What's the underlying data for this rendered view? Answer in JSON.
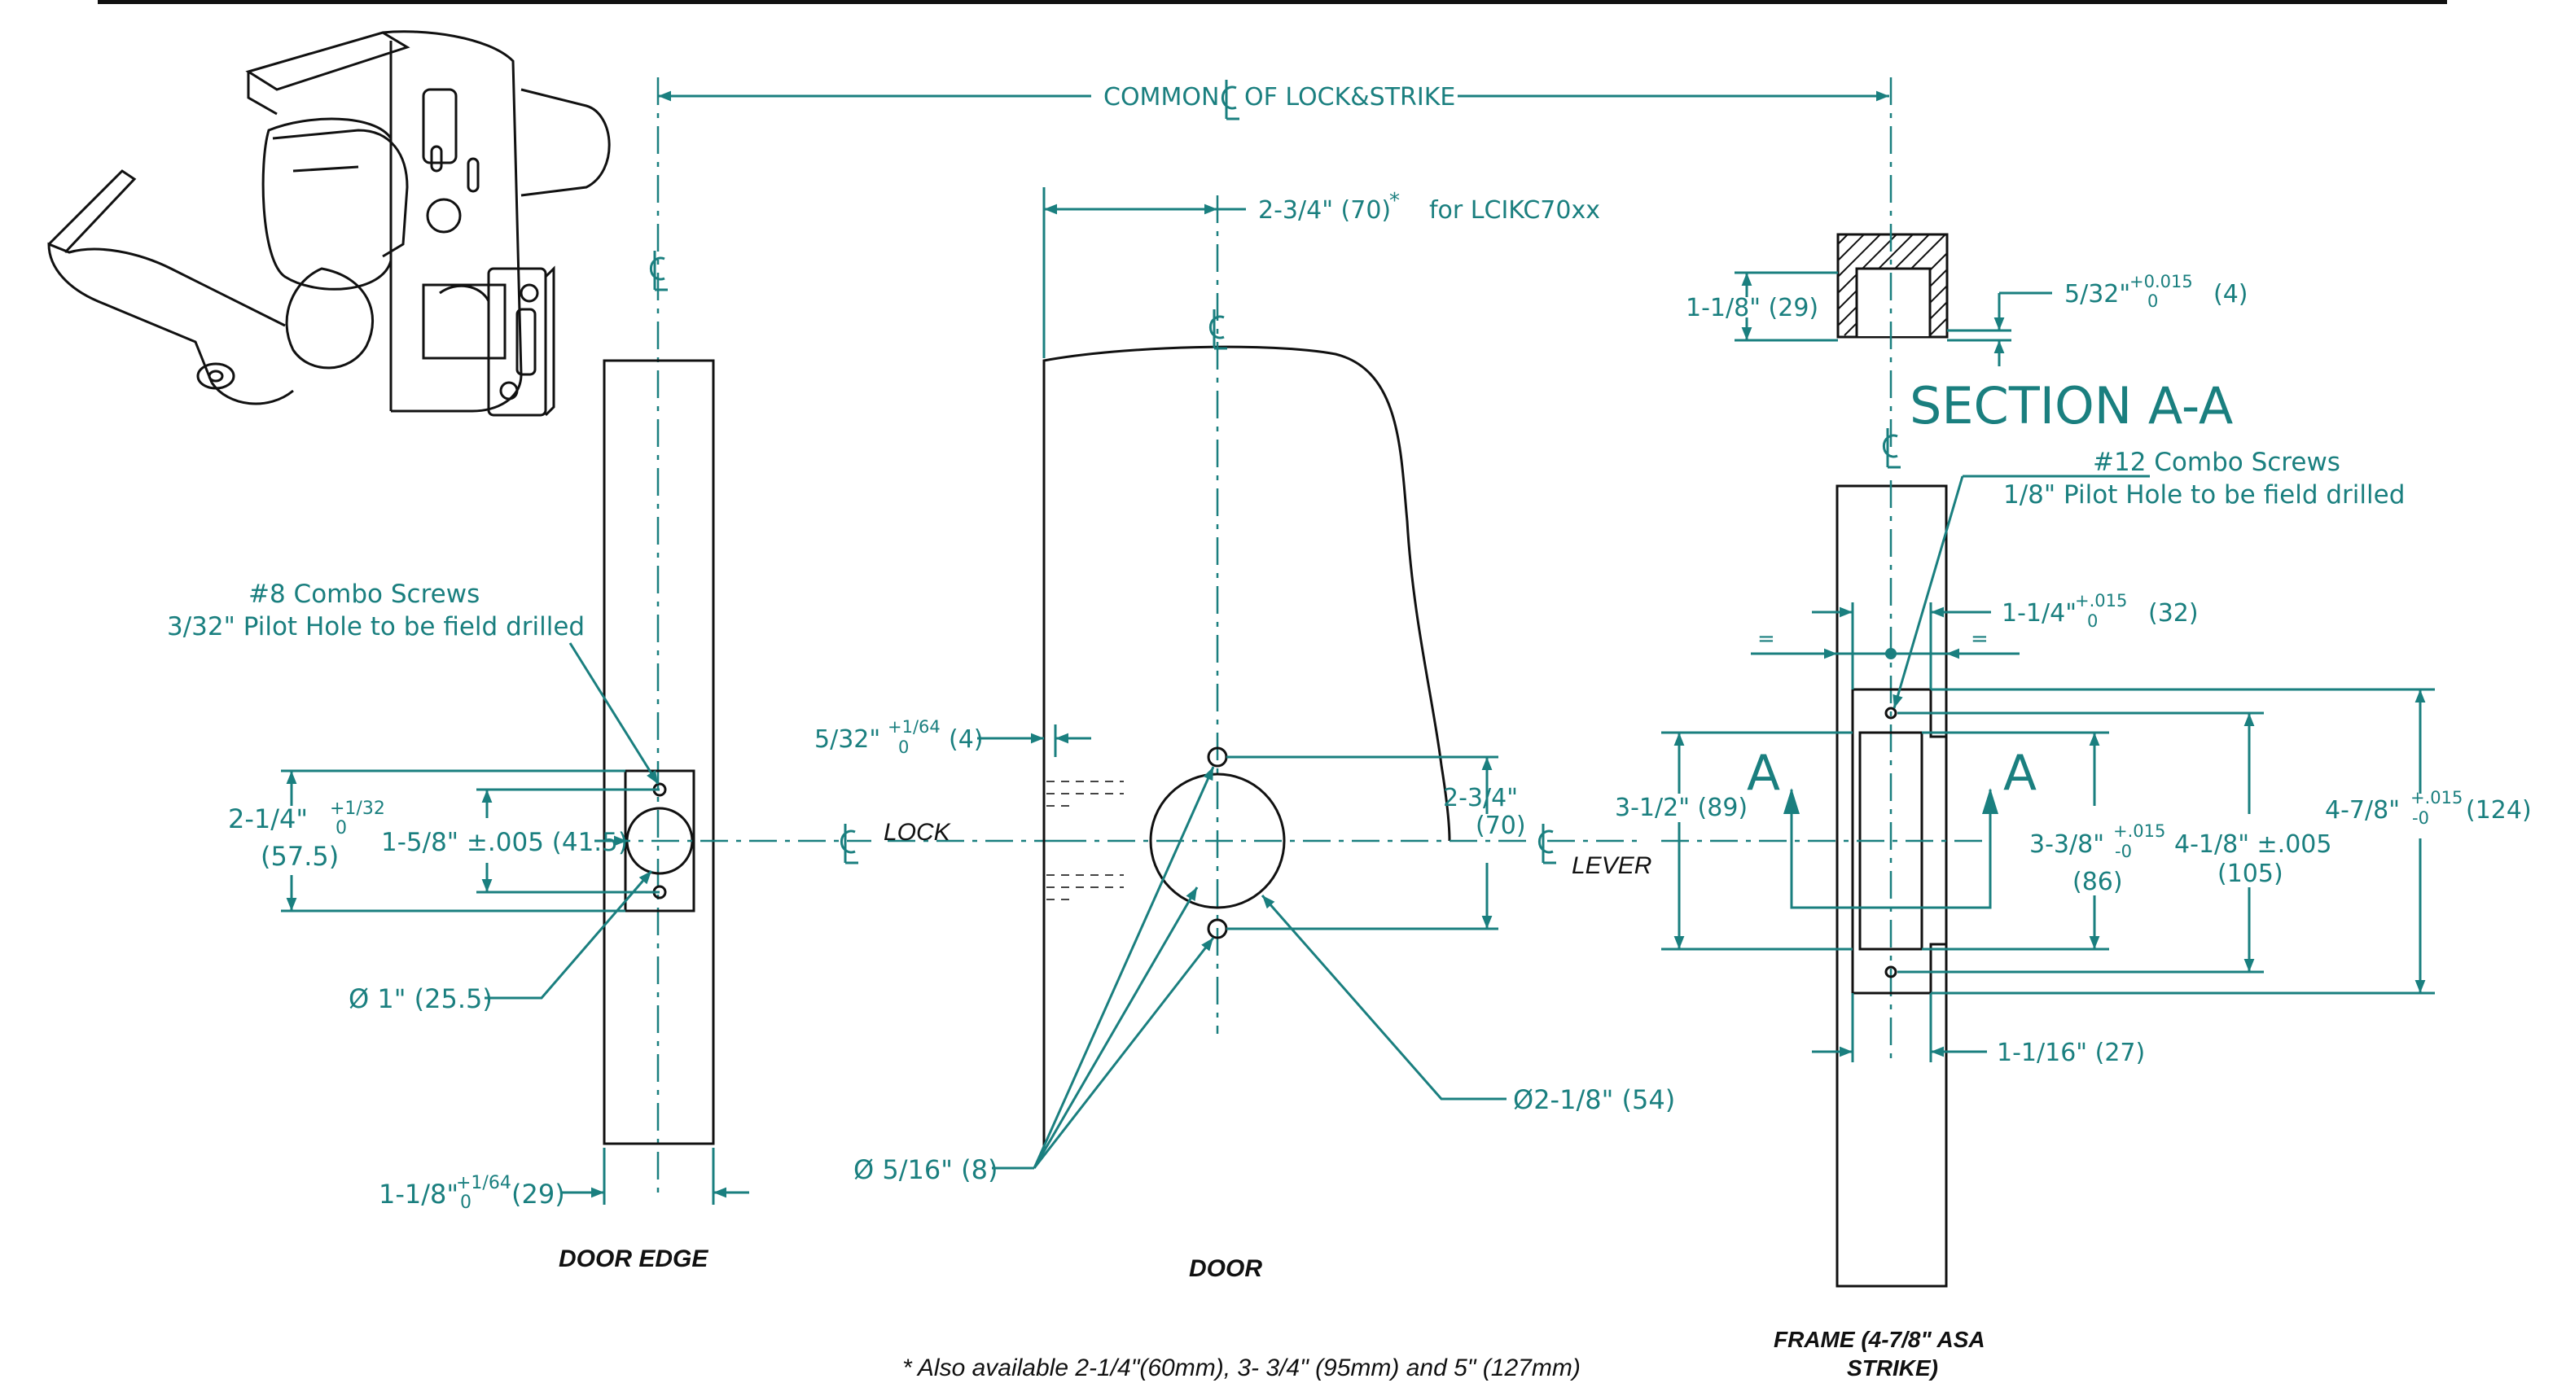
{
  "labels": {
    "common_cl": "COMMON",
    "common_cl_tail": "OF LOCK&STRIKE",
    "cl_symbol": "C",
    "backset": "2-3/4\" (70)",
    "backset_star": "*",
    "backset_for": "for LCIKC70xx",
    "section_title": "SECTION A-A",
    "section_depth": "1-1/8\" (29)",
    "section_lip_main": "5/32\"",
    "section_lip_tol_top": "+0.015",
    "section_lip_tol_bot": "0",
    "section_lip_mm": "(4)",
    "combo12_line1": "#12 Combo Screws",
    "combo12_line2": "1/8\" Pilot Hole to be field drilled",
    "combo8_line1": "#8 Combo Screws",
    "combo8_line2": "3/32\" Pilot Hole to be field drilled",
    "frame_width_main": "1-1/4\"",
    "frame_width_tol_top": "+.015",
    "frame_width_tol_bot": "0",
    "frame_width_mm": "(32)",
    "equal_left": "=",
    "equal_right": "=",
    "edge_inset_main": "5/32\"",
    "edge_inset_tol_top": "+1/64",
    "edge_inset_tol_bot": "0",
    "edge_inset_mm": "(4)",
    "faceplate_h_main": "2-1/4\"",
    "faceplate_h_tol_top": "+1/32",
    "faceplate_h_tol_bot": "0",
    "faceplate_h_mm": "(57.5)",
    "screw_spacing": "1-5/8\" ±.005 (41.5)",
    "lock_label": "LOCK",
    "lever_label": "LEVER",
    "hole_spacing_in": "2-3/4\"",
    "hole_spacing_mm": "(70)",
    "strike_pos": "3-1/2\"  (89)",
    "section_a": "A",
    "strike_open_main": "3-3/8\"",
    "strike_open_tol_top": "+.015",
    "strike_open_tol_bot": "-0",
    "strike_open_mm": "(86)",
    "strike_screw_main": "4-1/8\" ±.005",
    "strike_screw_mm": "(105)",
    "strike_len_main": "4-7/8\"",
    "strike_len_tol_top": "+.015",
    "strike_len_tol_bot": "-0",
    "strike_len_mm": "(124)",
    "latch_hole": "Ø  1\" (25.5)",
    "strike_depth": "1-1/16\"   (27)",
    "bore_hole": "Ø2-1/8\" (54)",
    "small_holes": "Ø  5/16\" (8)",
    "door_thick_main": "1-1/8\"",
    "door_thick_tol_top": "+1/64",
    "door_thick_tol_bot": "0",
    "door_thick_mm": "(29)",
    "caption_door_edge": "DOOR EDGE",
    "caption_door": "DOOR",
    "caption_frame_1": "FRAME (4-7/8\" ASA",
    "caption_frame_2": "STRIKE)",
    "footnote": "* Also available 2-1/4\"(60mm),  3- 3/4\" (95mm) and 5\" (127mm)"
  },
  "colors": {
    "dimension": "#1a7f7f",
    "outline": "#111111"
  },
  "icons": {
    "product_illustration": "lever-lock-icon"
  }
}
